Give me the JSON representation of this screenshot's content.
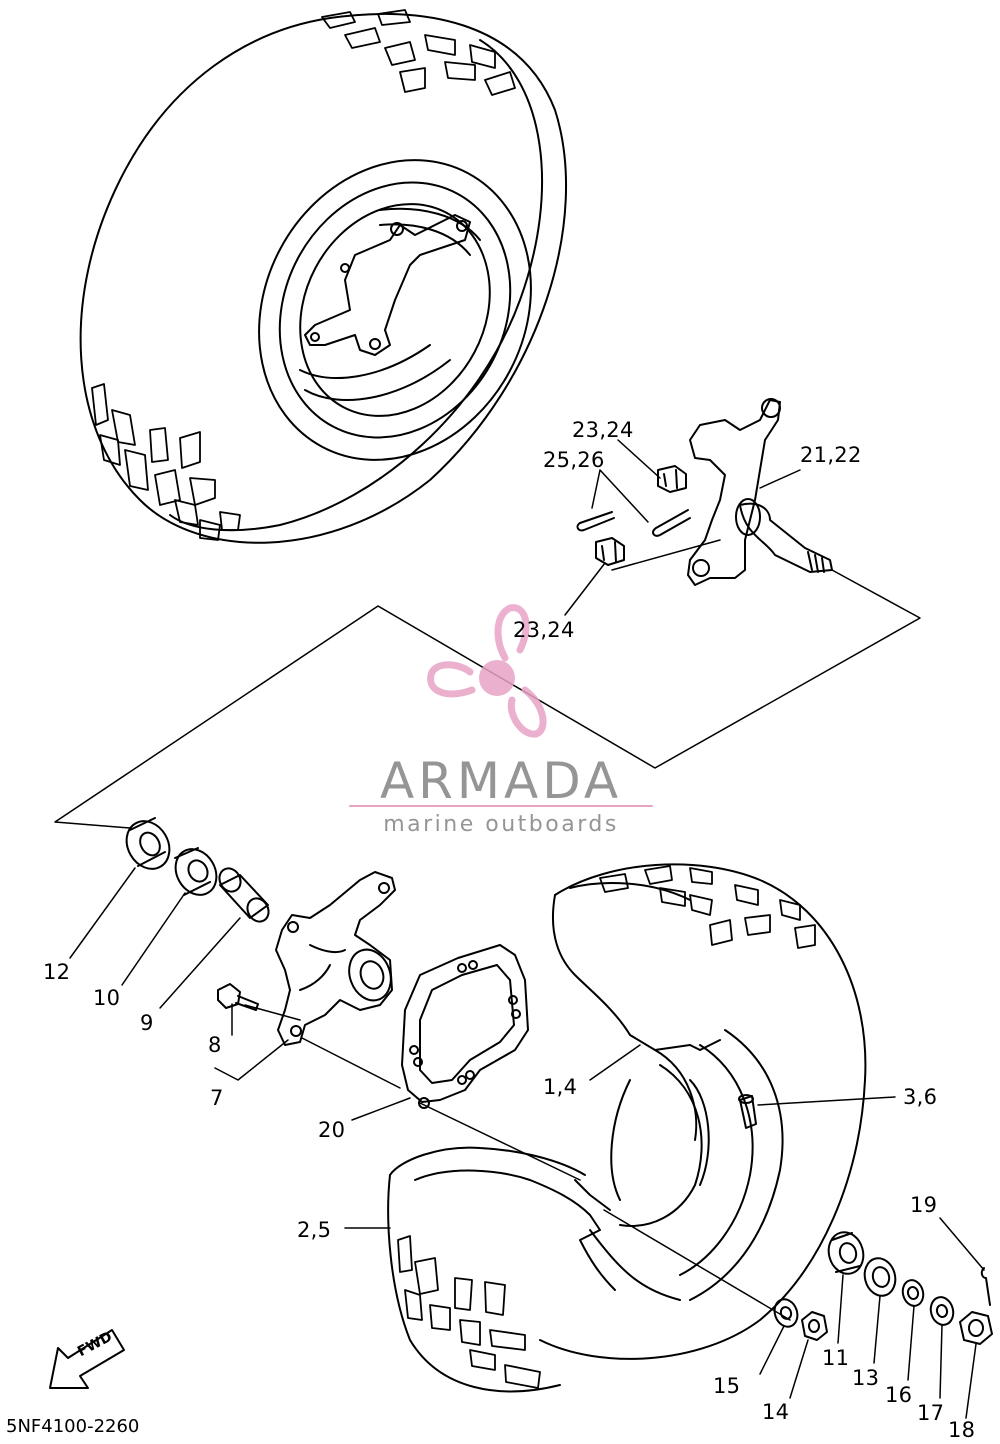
{
  "callouts": {
    "c_23_24_top": "23,24",
    "c_25_26": "25,26",
    "c_21_22": "21,22",
    "c_23_24_bottom": "23,24",
    "c_12": "12",
    "c_10": "10",
    "c_9": "9",
    "c_8": "8",
    "c_7": "7",
    "c_20": "20",
    "c_1_4": "1,4",
    "c_3_6": "3,6",
    "c_2_5": "2,5",
    "c_19": "19",
    "c_11": "11",
    "c_13": "13",
    "c_15": "15",
    "c_14": "14",
    "c_16": "16",
    "c_17": "17",
    "c_18": "18"
  },
  "watermark": {
    "name": "ARMADA",
    "tagline": "marine outboards",
    "color": "#8a8a8a",
    "accent": "#e7a3c6"
  },
  "fwd_label": "FWD",
  "diagram_code": "5NF4100-2260",
  "line_color": "#000000"
}
